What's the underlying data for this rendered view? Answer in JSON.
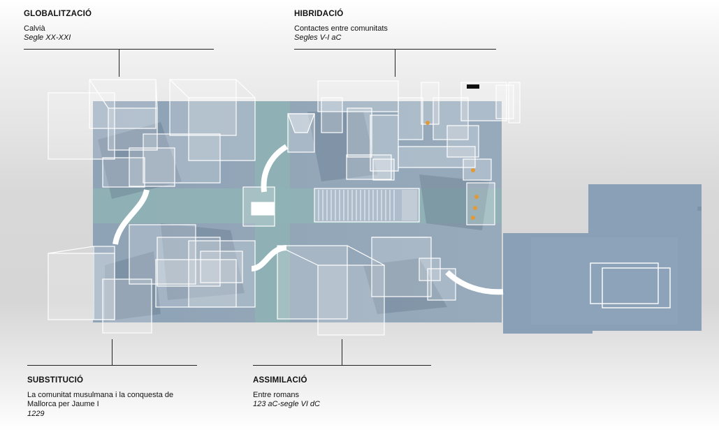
{
  "labels": {
    "globalitzacio": {
      "title": "GLOBALITZACIÓ",
      "subtitle": "Calvià",
      "date": "Segle XX-XXI"
    },
    "hibridacio": {
      "title": "HIBRIDACIÓ",
      "subtitle": "Contactes entre comunitats",
      "date": "Segles V-I aC"
    },
    "substitucio": {
      "title": "SUBSTITUCIÓ",
      "subtitle_line1": "La comunitat musulmana i la conquesta de",
      "subtitle_line2": "Mallorca per Jaume I",
      "date": "1229"
    },
    "assimilacio": {
      "title": "ASSIMILACIÓ",
      "subtitle": "Entre romans",
      "date": "123 aC-segle VI dC"
    }
  },
  "colors": {
    "floor_blue": "#93a6b9",
    "floor_teal": "#8fb2b4",
    "annex": "#8ba1b8",
    "wireframe": "#ffffff",
    "shadow": "#5f7387",
    "text": "#111111"
  }
}
